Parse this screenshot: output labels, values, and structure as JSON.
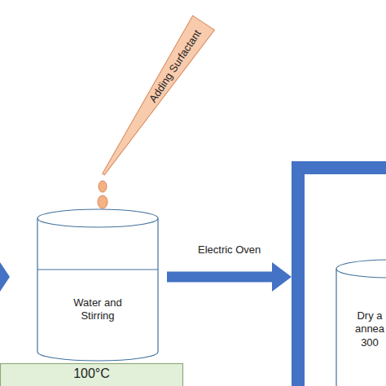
{
  "diagram": {
    "nodes": [
      {
        "text": [
          "Adding Surfactant"
        ]
      },
      {
        "text": [
          "Water and Stirring"
        ]
      },
      {
        "text": [
          "100°C"
        ]
      },
      {
        "text": [
          "Dry a annea 300"
        ]
      }
    ],
    "edges": [
      {
        "from": 1,
        "to": 3,
        "arrow": "to",
        "label": "Electric Oven"
      }
    ]
  }
}
